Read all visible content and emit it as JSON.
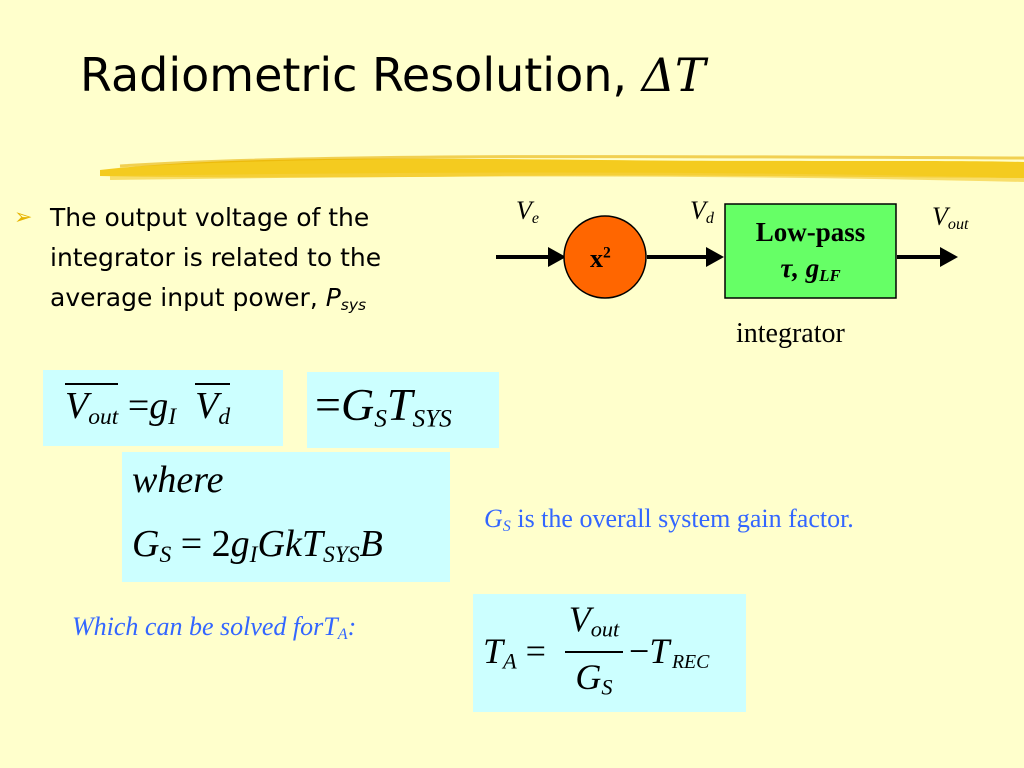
{
  "slide": {
    "title": "Radiometric Resolution, ",
    "title_symbol": "ΔT",
    "bullet": {
      "text": "The output voltage of the integrator is related to the average input power, ",
      "var": "P",
      "var_sub": "sys"
    }
  },
  "diagram": {
    "input_label": "V",
    "input_sub": "e",
    "square_label": "x",
    "square_sup": "2",
    "mid_label": "V",
    "mid_sub": "d",
    "filter_line1": "Low-pass",
    "filter_line2_tau": "τ, g",
    "filter_line2_sub": "LF",
    "output_label": "V",
    "output_sub": "out",
    "caption": "integrator"
  },
  "eq1": {
    "v": "V",
    "vsub": "out",
    "eq": "=",
    "g": "g",
    "gsub": "I",
    "vd": "V",
    "vdsub": "d"
  },
  "eq2": {
    "eq": "=",
    "g": "G",
    "gsub": "S",
    "t": "T",
    "tsub": "SYS"
  },
  "eq3": {
    "where": "where",
    "g": "G",
    "gsub": "S",
    "eq": "=",
    "two": "2",
    "gi": "g",
    "gisub": "I",
    "gkt": "GkT",
    "tsub": "SYS",
    "b": "B"
  },
  "note": {
    "g": "G",
    "gsub": "S",
    "text": " is the overall system gain factor."
  },
  "solve": {
    "text": "Which can be solved for",
    "t": "T",
    "tsub": "A",
    "colon": ":"
  },
  "eq4": {
    "t": "T",
    "tsub": "A",
    "eq": "=",
    "num": "V",
    "numsub": "out",
    "den": "G",
    "densub": "S",
    "minus": "−",
    "trec": "T",
    "trec_prime": "'",
    "trecsub": "REC"
  },
  "colors": {
    "background": "#ffffcc",
    "box": "#ccffff",
    "square": "#ff6600",
    "filter": "#66ff66",
    "bullet_arrow": "#e6b400",
    "note_blue": "#3366ff",
    "highlight_stroke": "#f2c200"
  }
}
